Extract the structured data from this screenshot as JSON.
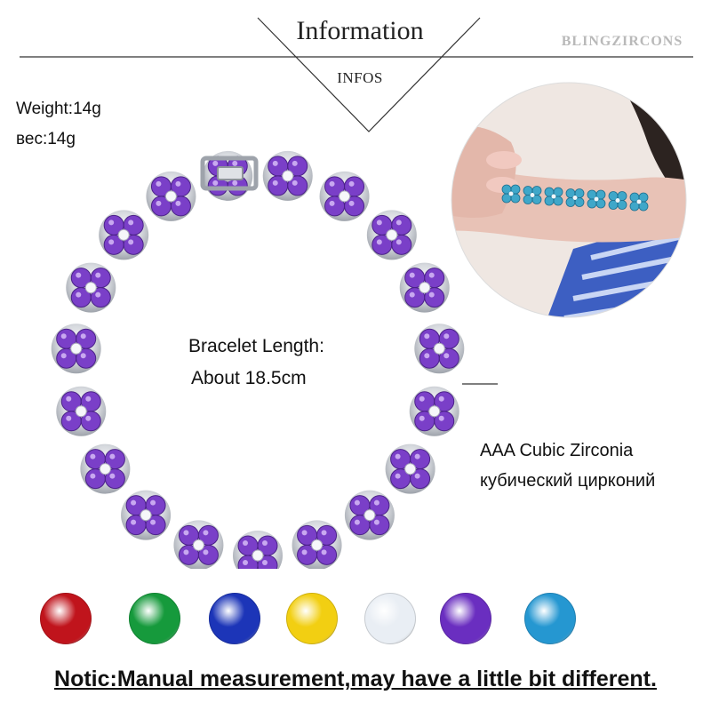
{
  "header": {
    "title": "Information",
    "subtitle": "INFOS",
    "brand": "BLINGZIRCONS"
  },
  "specs": {
    "weight": "Weight:14g",
    "weight_ru": "вес:14g"
  },
  "product": {
    "length_label": "Bracelet Length:",
    "length_value": "About 18.5cm",
    "material": "AAA Cubic Zirconia",
    "material_ru": "кубический цирконий",
    "stone_color": "#7a3fc8",
    "photo_stone_color": "#3fa7c9"
  },
  "colors": [
    {
      "name": "red",
      "hex": "#c0141c"
    },
    {
      "name": "green",
      "hex": "#169a3c"
    },
    {
      "name": "blue",
      "hex": "#1c35b8"
    },
    {
      "name": "yellow",
      "hex": "#f2cf12"
    },
    {
      "name": "white",
      "hex": "#e9eef4"
    },
    {
      "name": "purple",
      "hex": "#6a2ec0"
    },
    {
      "name": "aqua",
      "hex": "#2597d1"
    }
  ],
  "footer": {
    "notice": "Notic:Manual measurement,may have a little bit different."
  }
}
